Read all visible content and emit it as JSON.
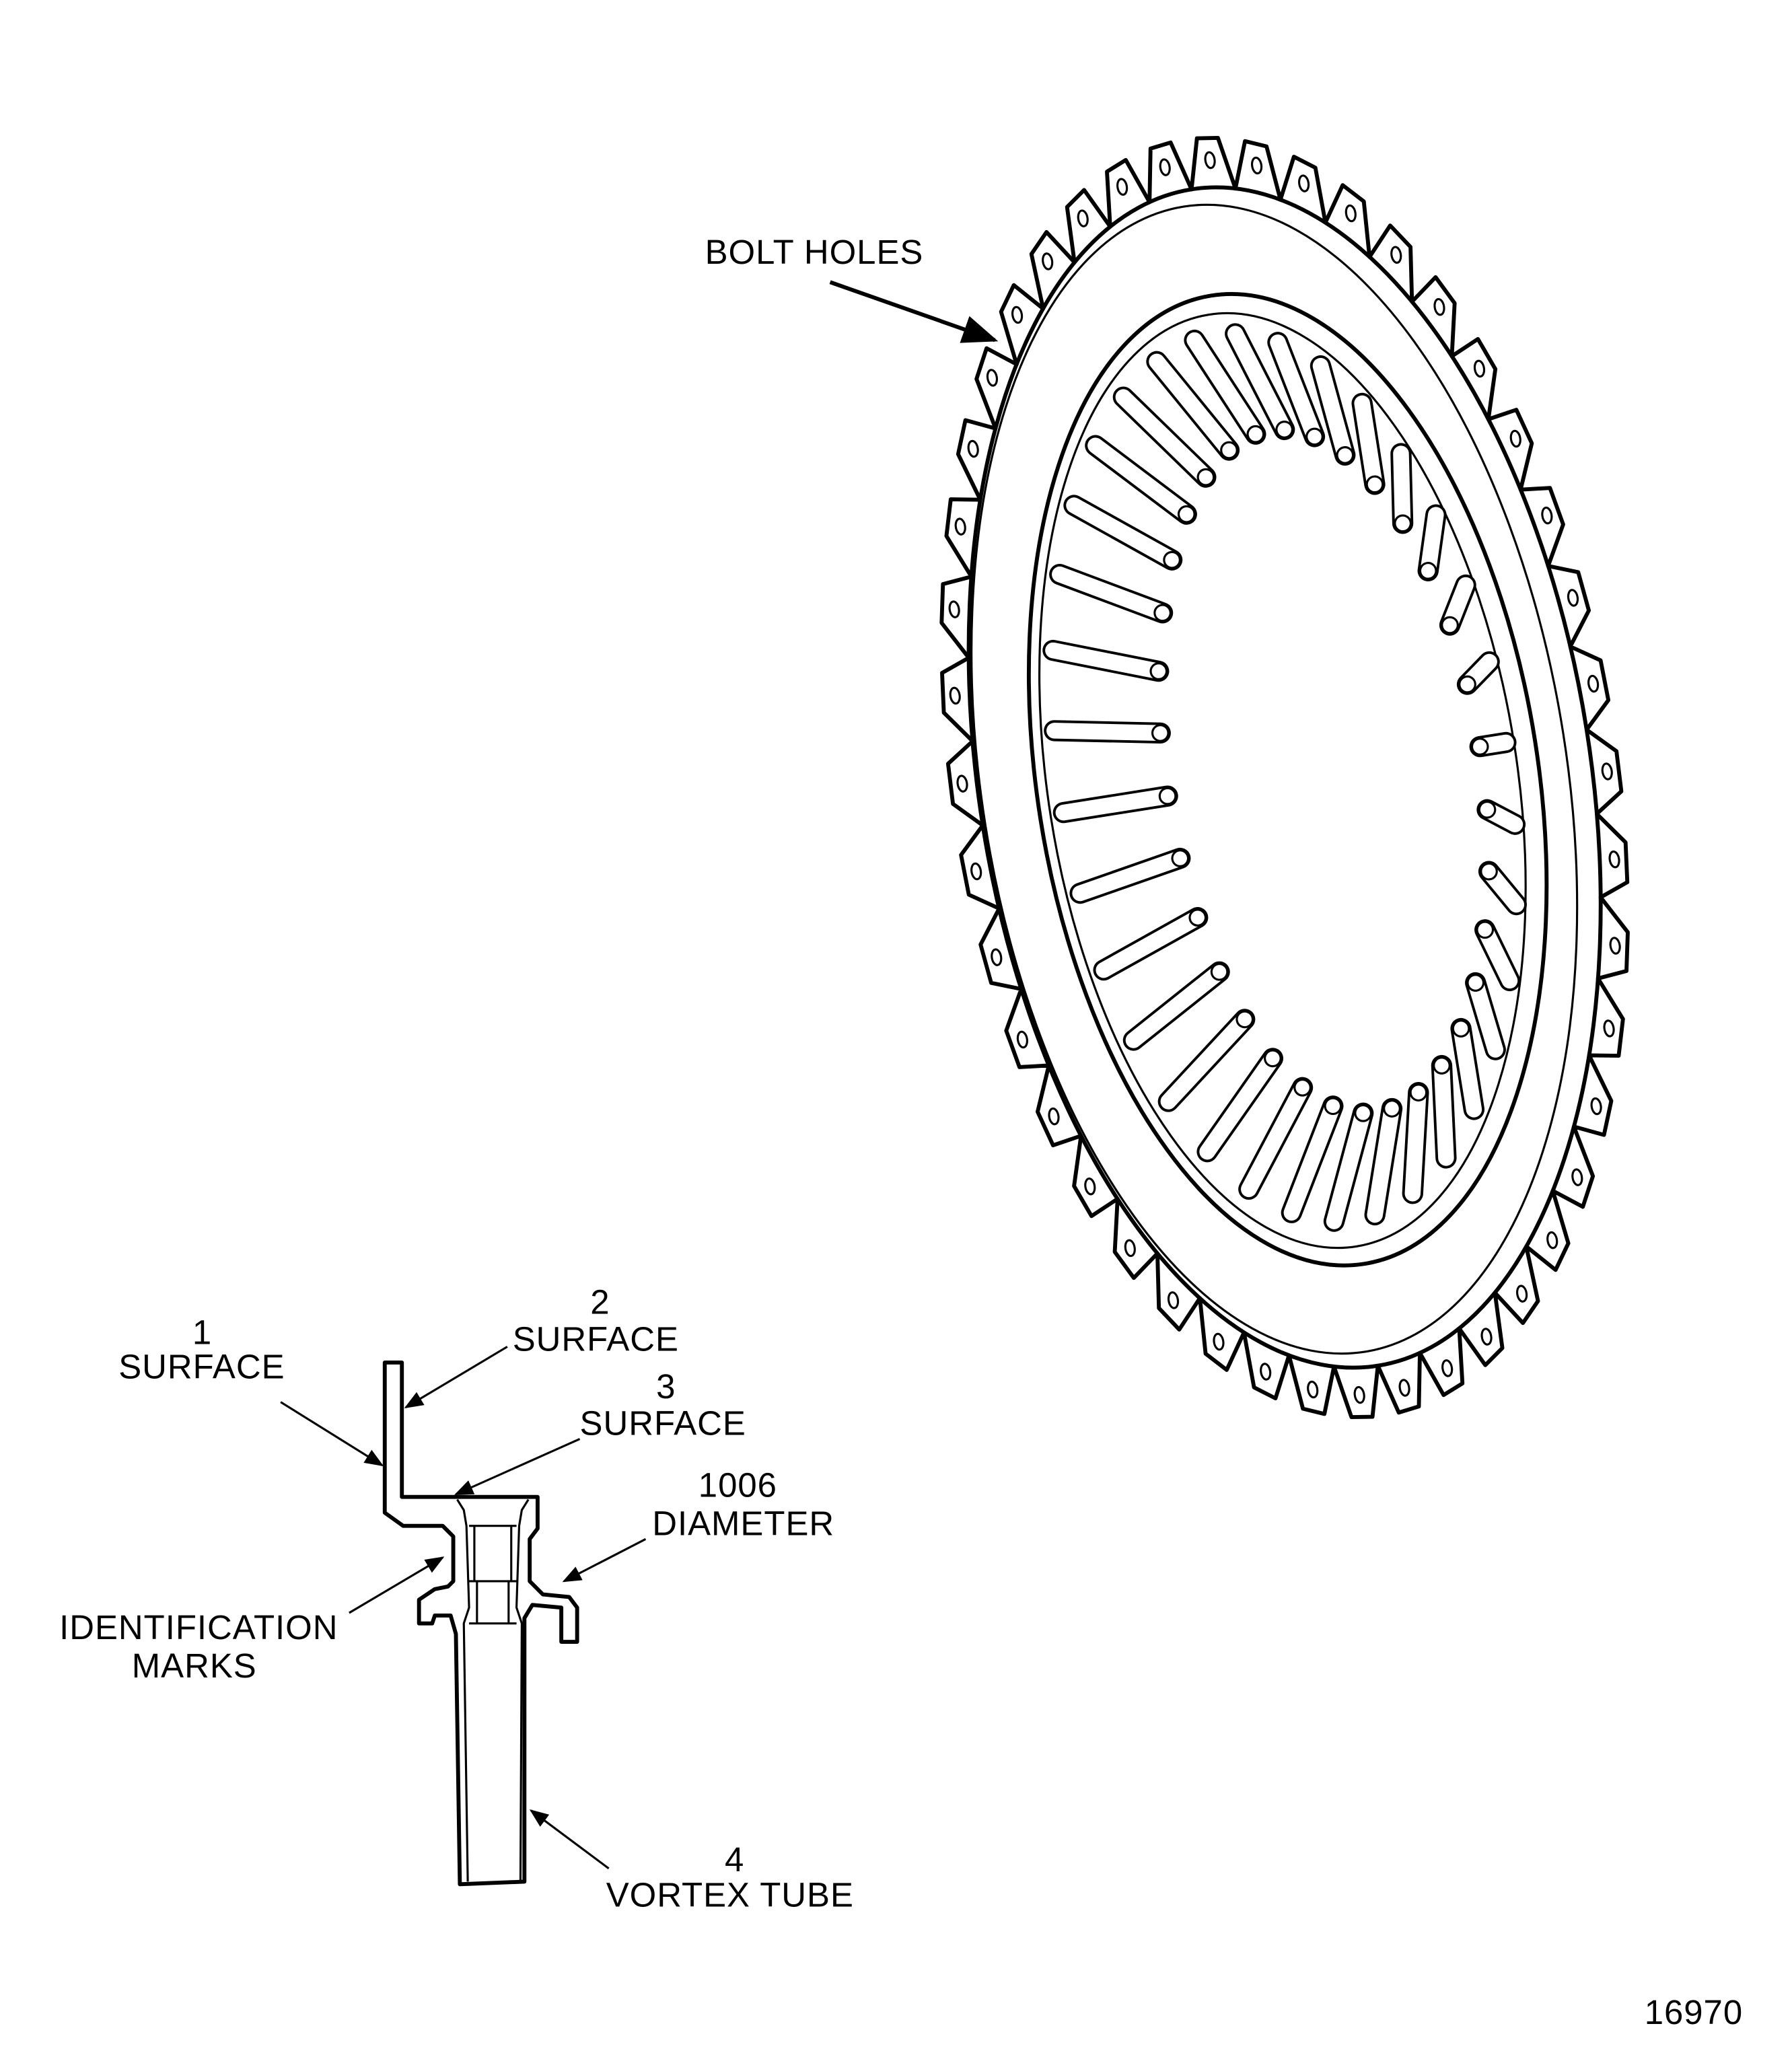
{
  "figure_number": "16970",
  "ring_labels": {
    "bolt_holes": "BOLT HOLES"
  },
  "section_labels": {
    "surface_1_number": "1",
    "surface_1_label": "SURFACE",
    "surface_2_number": "2",
    "surface_2_label": "SURFACE",
    "surface_3_number": "3",
    "surface_3_label": "SURFACE",
    "diameter_number": "1006",
    "diameter_label": "DIAMETER",
    "identification_line1": "IDENTIFICATION",
    "identification_line2": "MARKS",
    "vortex_number": "4",
    "vortex_label": "VORTEX TUBE"
  }
}
